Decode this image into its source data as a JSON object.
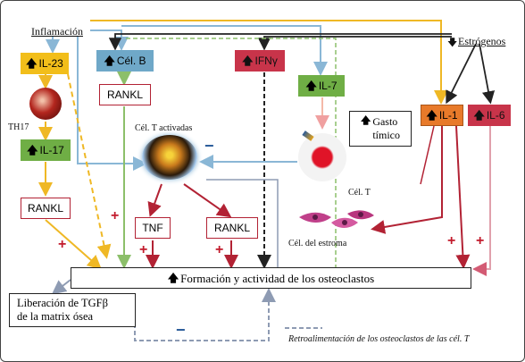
{
  "labels": {
    "inflamacion": "Inflamación",
    "estrogenos": "Estrógenos",
    "il23": "IL-23",
    "th17": "TH17",
    "il17": "IL-17",
    "rankl_left": "RANKL",
    "celb": "Cél. B",
    "rankl_b": "RANKL",
    "celt_activadas": "Cél. T activadas",
    "ifng": "IFNγ",
    "il7": "IL-7",
    "gasto": "Gasto\ntímico",
    "celt": "Cél. T",
    "il1": "IL-1",
    "il6": "IL-6",
    "tnf": "TNF",
    "rankl_mid": "RANKL",
    "estroma": "Cél. del estroma",
    "formacion": "Formación y actividad de los osteoclastos",
    "tgf": "Liberación de TGFβ\nde la matrix ósea",
    "retro": "Retroalimentación de los osteoclastos de las cél. T"
  },
  "signs": {
    "plus": "+",
    "minus": "−",
    "up_arrow": "🡅",
    "down_arrow": "🡇"
  },
  "colors": {
    "yellow_box": "#f2be1a",
    "blue_box": "#6fa8c8",
    "red_box": "#c8344a",
    "green_box": "#6fae45",
    "orange_box": "#e87a2a",
    "rankl_border": "#b22234",
    "yellow_arrow": "#efb825",
    "blue_arrow": "#8ab7d6",
    "green_arrow": "#8cbf6a",
    "red_arrow": "#b22234",
    "dark_arrow": "#222222",
    "grey_dash": "#8e9bb3"
  }
}
